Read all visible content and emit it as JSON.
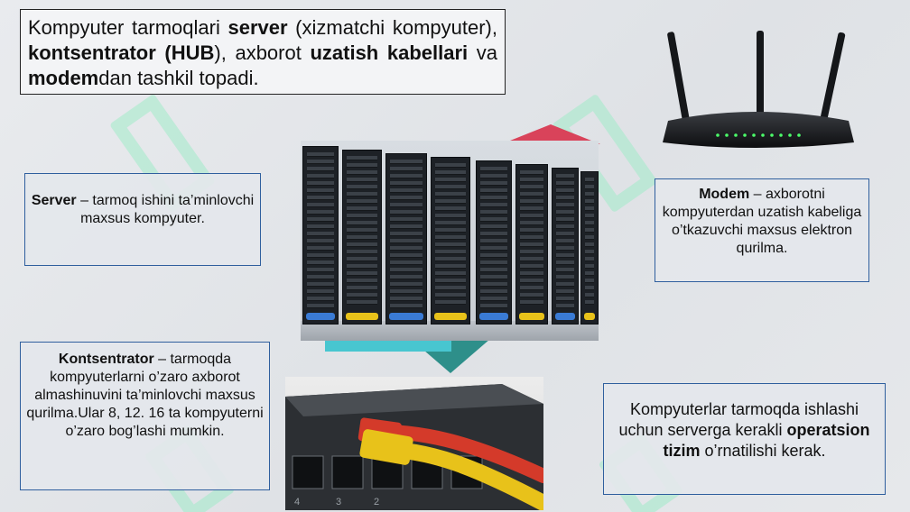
{
  "title": {
    "t1": "Kompyuter tarmoqlari ",
    "b1": "server",
    "t2": " (xizmatchi kompyuter), ",
    "b2": "kontsentrator (HUB",
    "t3": "), axborot ",
    "b3": "uzatish kabellari",
    "t4": " va ",
    "b4": "modem",
    "t5": "dan tashkil topadi."
  },
  "server": {
    "term": "Server",
    "desc": " – tarmoq ishini ta’minlovchi maxsus kompyuter."
  },
  "modem": {
    "term": "Modem",
    "desc": " – axborotni kompyuterdan uzatish kabeliga o’tkazuvchi maxsus elektron qurilma."
  },
  "hub": {
    "term": "Kontsentrator",
    "desc": " – tarmoqda kompyuterlarni o’zaro axborot almashinuvini ta’minlovchi maxsus qurilma.Ular 8, 12. 16 ta kompyuterni o’zaro bog’lashi mumkin."
  },
  "os": {
    "t1": "Kompyuterlar tarmoqda ishlashi uchun serverga kerakli ",
    "b1": "operatsion tizim",
    "t2": " o’rnatilishi kerak."
  },
  "switch_ports": [
    "4",
    "3",
    "2"
  ],
  "colors": {
    "border_blue": "#2f5f9e",
    "cable_yellow": "#e8c21a",
    "cable_red": "#d43a2a",
    "led_green": "#4cff6a"
  }
}
